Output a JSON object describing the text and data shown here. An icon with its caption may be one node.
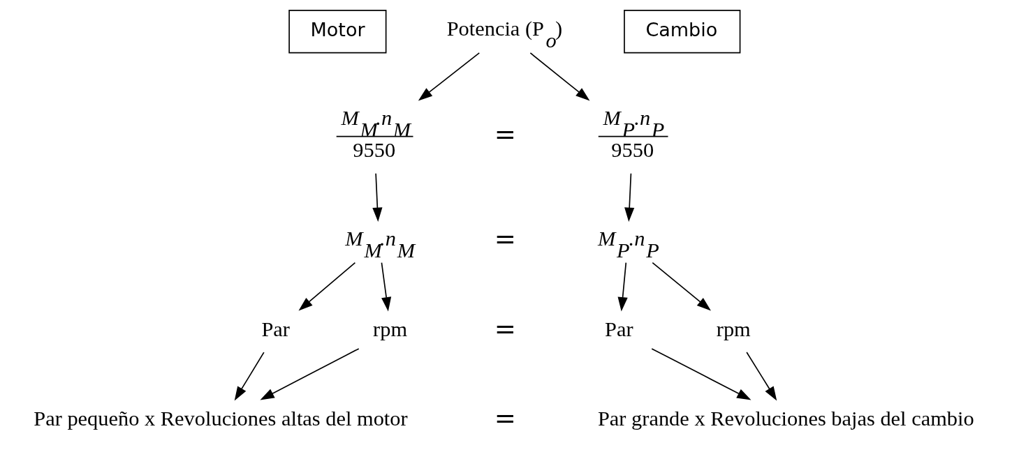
{
  "diagram": {
    "nodes": [
      {
        "text": [
          "Motor"
        ]
      },
      {
        "text": [
          "Cambio"
        ]
      },
      {
        "text": [
          "Potencia (P$_{o}$)"
        ]
      },
      {
        "text": [
          "*M*$_{M}$.*n*$_{M}$",
          "9550"
        ]
      },
      {
        "text": [
          "*M*$_{P}$.*n*$_{P}$",
          "9550"
        ]
      },
      {
        "text": [
          "*M*$_{M}$.*n*$_{M}$"
        ]
      },
      {
        "text": [
          "*M*$_{P}$.*n*$_{P}$"
        ]
      },
      {
        "text": [
          "Par"
        ]
      },
      {
        "text": [
          "rpm"
        ]
      },
      {
        "text": [
          "Par"
        ]
      },
      {
        "text": [
          "rpm"
        ]
      },
      {
        "text": [
          "Par pequeño x Revoluciones altas del motor"
        ]
      },
      {
        "text": [
          "Par grande x Revoluciones bajas del cambio"
        ]
      }
    ],
    "edges": [
      {
        "from": 2,
        "to": 3,
        "arrow": "to"
      },
      {
        "from": 2,
        "to": 4,
        "arrow": "to"
      },
      {
        "from": 3,
        "to": 5,
        "arrow": "to"
      },
      {
        "from": 4,
        "to": 6,
        "arrow": "to"
      },
      {
        "from": 5,
        "to": 7,
        "arrow": "to"
      },
      {
        "from": 5,
        "to": 8,
        "arrow": "to"
      },
      {
        "from": 6,
        "to": 9,
        "arrow": "to"
      },
      {
        "from": 6,
        "to": 10,
        "arrow": "to"
      },
      {
        "from": 7,
        "to": 11,
        "arrow": "to"
      },
      {
        "from": 8,
        "to": 11,
        "arrow": "to"
      },
      {
        "from": 9,
        "to": 12,
        "arrow": "to"
      },
      {
        "from": 10,
        "to": 12,
        "arrow": "to"
      }
    ],
    "labels": [
      "=",
      "=",
      "=",
      "="
    ]
  }
}
